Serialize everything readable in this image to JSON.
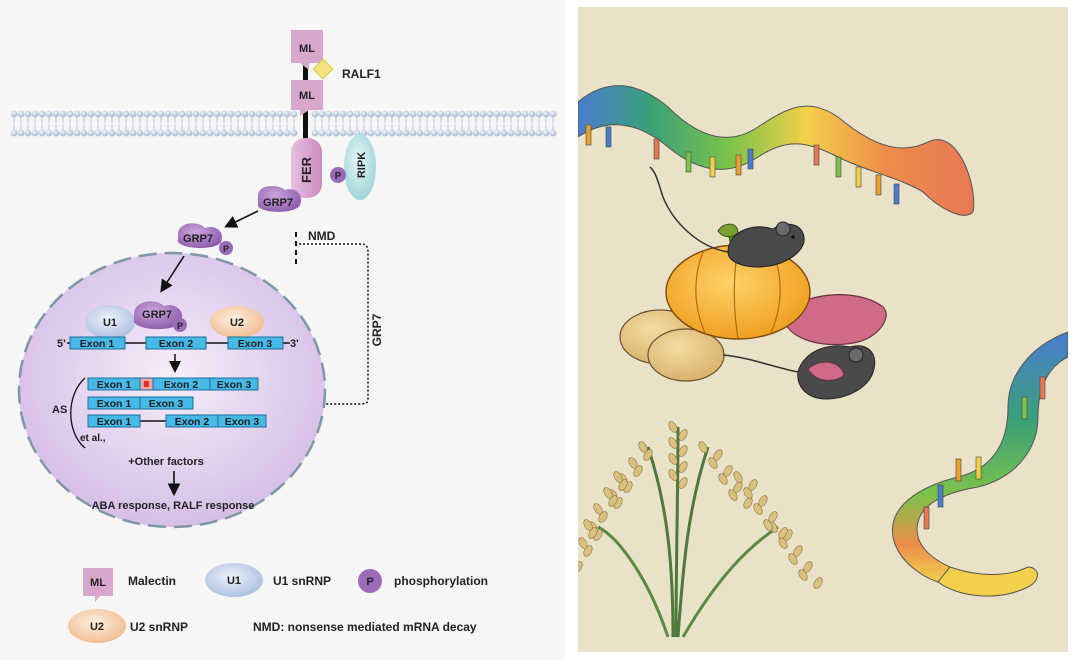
{
  "diagram": {
    "receptor": {
      "ml_top": "ML",
      "ml_bottom": "ML",
      "ligand": "RALF1",
      "fer": "FER",
      "ripk": "RIPK",
      "p": "P"
    },
    "grp7_membrane": "GRP7",
    "grp7_phospho": "GRP7",
    "phospho_p": "P",
    "nmd_label": "NMD",
    "grp7_vertical": "GRP7",
    "nucleus": {
      "u1": "U1",
      "u2": "U2",
      "grp7": "GRP7",
      "p": "P",
      "five_prime": "5'",
      "three_prime": "3'",
      "pre_mrna": [
        "Exon 1",
        "Exon 2",
        "Exon 3"
      ],
      "as_label": "AS",
      "isoforms": [
        [
          "Exon 1",
          "Exon 2",
          "Exon 3"
        ],
        [
          "Exon 1",
          "Exon 3"
        ],
        [
          "Exon 1",
          "Exon 2",
          "Exon 3"
        ]
      ],
      "etal": "et al.,",
      "other_factors": "+Other factors",
      "response": "ABA response, RALF response"
    },
    "legend": {
      "malectin_icon": "ML",
      "malectin": "Malectin",
      "u1_icon": "U1",
      "u1": "U1 snRNP",
      "p_icon": "P",
      "phosphorylation": "phosphorylation",
      "u2_icon": "U2",
      "u2": "U2 snRNP",
      "nmd": "NMD: nonsense mediated mRNA decay"
    }
  },
  "colors": {
    "malectin": "#d7a9cd",
    "fer": "#d9a3cf",
    "grp7": "#9a6bb8",
    "exon": "#46b9e6",
    "nucleus": "#dcc7e8",
    "u1": "#b9c8e4",
    "u2": "#f4c9a2",
    "ripk": "#a9d8dc",
    "illustration_bg": "#e9e2c9"
  }
}
